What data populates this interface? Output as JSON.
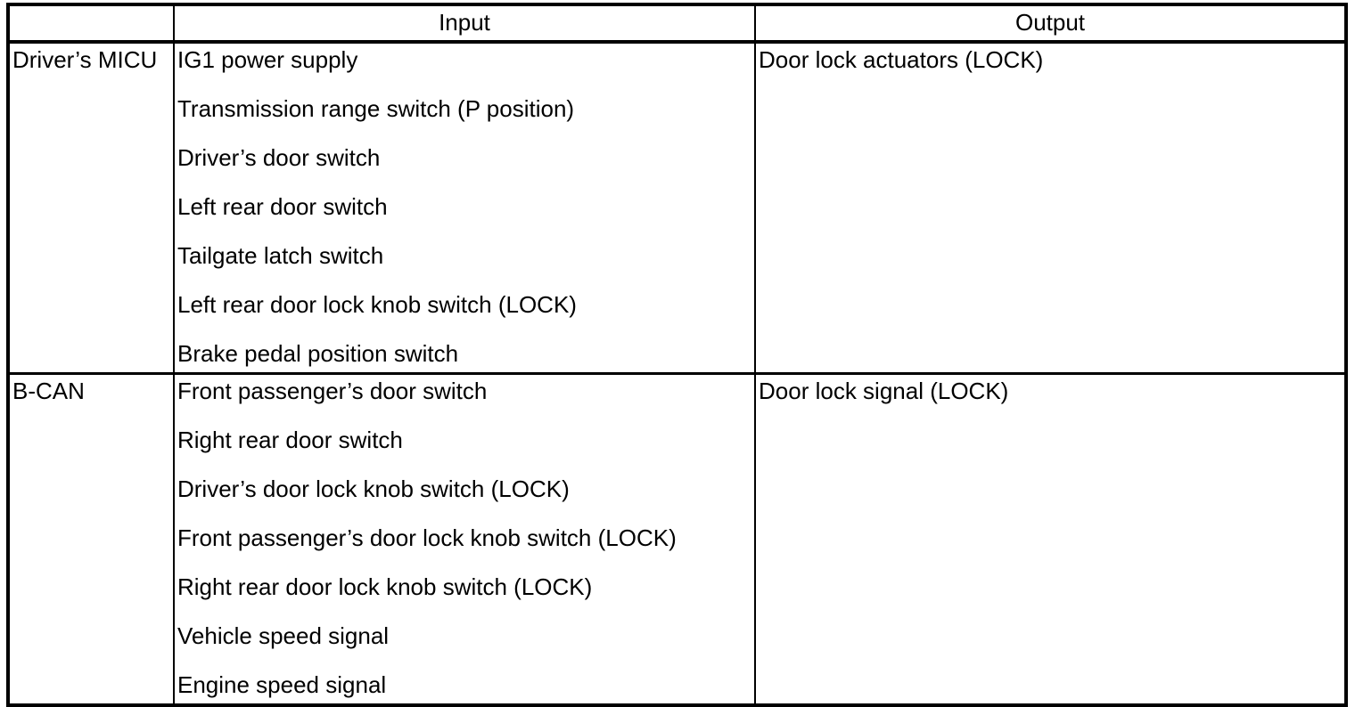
{
  "page": {
    "background": "#ffffff"
  },
  "colors": {
    "border": "#000000",
    "text": "#000000"
  },
  "table": {
    "headers": {
      "source": "",
      "input": "Input",
      "output": "Output"
    },
    "rows": [
      {
        "source": "Driver’s MICU",
        "inputs": [
          "IG1 power supply",
          "Transmission range switch (P position)",
          "Driver’s door switch",
          "Left rear door switch",
          "Tailgate latch switch",
          "Left rear door lock knob switch (LOCK)",
          "Brake pedal position switch"
        ],
        "outputs": [
          "Door lock actuators (LOCK)"
        ]
      },
      {
        "source": "B-CAN",
        "inputs": [
          "Front passenger’s door switch",
          "Right rear door switch",
          "Driver’s door lock knob switch (LOCK)",
          "Front passenger’s door lock knob switch (LOCK)",
          "Right rear door lock knob switch (LOCK)",
          "Vehicle speed signal",
          "Engine speed signal"
        ],
        "outputs": [
          "Door lock signal (LOCK)"
        ]
      }
    ]
  }
}
